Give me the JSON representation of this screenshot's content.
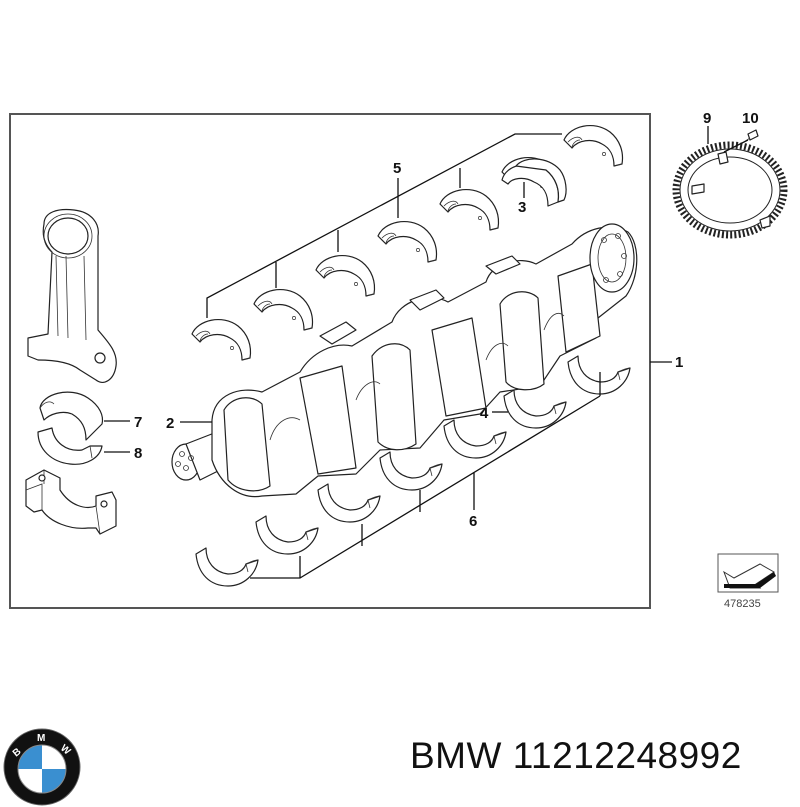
{
  "diagram": {
    "callouts": [
      "1",
      "2",
      "3",
      "4",
      "5",
      "6",
      "7",
      "8",
      "9",
      "10"
    ],
    "reference_number": "478235"
  },
  "brand": {
    "logo_letters": "BMW",
    "logo_colors": {
      "blue": "#3a8fd0",
      "ring": "#111111",
      "white": "#ffffff"
    }
  },
  "caption": {
    "brand": "BMW",
    "part_number": "11212248992"
  }
}
